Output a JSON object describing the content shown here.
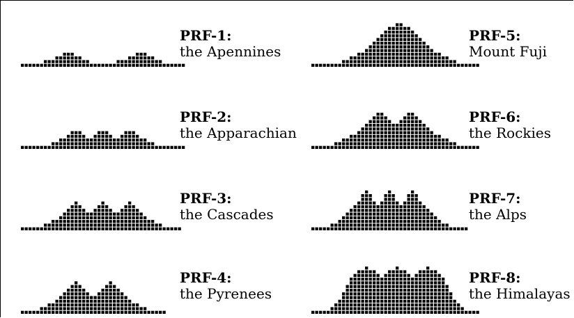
{
  "profiles": [
    {
      "code": "PRF-1:",
      "name": "the Apennines",
      "columns": [
        1,
        1,
        1,
        1,
        1,
        1,
        2,
        2,
        2,
        3,
        3,
        4,
        4,
        4,
        3,
        3,
        2,
        2,
        1,
        1,
        1,
        1,
        1,
        1,
        1,
        2,
        2,
        2,
        3,
        3,
        4,
        4,
        4,
        3,
        3,
        2,
        2,
        1,
        1,
        1,
        1,
        1,
        1
      ]
    },
    {
      "code": "PRF-5:",
      "name": "Mount Fuji",
      "columns": [
        1,
        1,
        1,
        1,
        1,
        1,
        1,
        1,
        2,
        2,
        3,
        3,
        4,
        4,
        5,
        6,
        7,
        8,
        9,
        10,
        11,
        11,
        12,
        12,
        11,
        11,
        10,
        9,
        8,
        7,
        6,
        5,
        4,
        4,
        3,
        3,
        2,
        2,
        1,
        1,
        1,
        1,
        1,
        1
      ]
    },
    {
      "code": "PRF-2:",
      "name": "the Apparachian",
      "columns": [
        1,
        1,
        1,
        1,
        1,
        1,
        1,
        1,
        2,
        2,
        3,
        3,
        4,
        5,
        5,
        5,
        4,
        3,
        3,
        4,
        5,
        5,
        5,
        4,
        3,
        3,
        4,
        5,
        5,
        5,
        4,
        3,
        3,
        2,
        2,
        1,
        1,
        1,
        1,
        1,
        1,
        1,
        1
      ]
    },
    {
      "code": "PRF-6:",
      "name": "the Rockies",
      "columns": [
        1,
        1,
        1,
        1,
        1,
        1,
        2,
        2,
        3,
        3,
        4,
        4,
        5,
        6,
        7,
        8,
        9,
        10,
        10,
        9,
        8,
        7,
        7,
        8,
        9,
        10,
        10,
        9,
        8,
        7,
        6,
        5,
        4,
        4,
        3,
        3,
        2,
        2,
        1,
        1,
        1,
        1,
        1,
        1
      ]
    },
    {
      "code": "PRF-3:",
      "name": "the Cascades",
      "columns": [
        1,
        1,
        1,
        1,
        1,
        1,
        2,
        2,
        3,
        3,
        4,
        5,
        6,
        7,
        8,
        7,
        6,
        5,
        5,
        6,
        7,
        8,
        7,
        6,
        5,
        5,
        6,
        7,
        8,
        7,
        6,
        5,
        4,
        3,
        3,
        2,
        2,
        1,
        1,
        1,
        1,
        1
      ]
    },
    {
      "code": "PRF-7:",
      "name": "the Alps",
      "columns": [
        1,
        1,
        1,
        1,
        1,
        2,
        2,
        3,
        4,
        5,
        6,
        7,
        8,
        10,
        11,
        10,
        8,
        7,
        8,
        10,
        11,
        10,
        8,
        7,
        8,
        10,
        11,
        10,
        8,
        7,
        6,
        5,
        4,
        3,
        2,
        2,
        1,
        1,
        1,
        1,
        1
      ]
    },
    {
      "code": "PRF-4:",
      "name": "the Pyrenees",
      "columns": [
        1,
        1,
        1,
        1,
        1,
        2,
        2,
        3,
        3,
        4,
        5,
        6,
        7,
        8,
        9,
        8,
        7,
        6,
        5,
        5,
        6,
        7,
        8,
        9,
        8,
        7,
        6,
        5,
        4,
        3,
        3,
        2,
        2,
        1,
        1,
        1,
        1,
        1
      ]
    },
    {
      "code": "PRF-8:",
      "name": "the Himalayas",
      "columns": [
        1,
        1,
        1,
        1,
        1,
        2,
        3,
        4,
        6,
        8,
        10,
        11,
        12,
        12,
        13,
        12,
        12,
        11,
        10,
        11,
        12,
        12,
        13,
        12,
        12,
        11,
        10,
        11,
        12,
        12,
        13,
        12,
        12,
        11,
        10,
        8,
        6,
        4,
        3,
        2,
        1,
        1,
        1,
        1
      ]
    }
  ],
  "colors": {
    "block": "#000000",
    "background": "#ffffff"
  }
}
